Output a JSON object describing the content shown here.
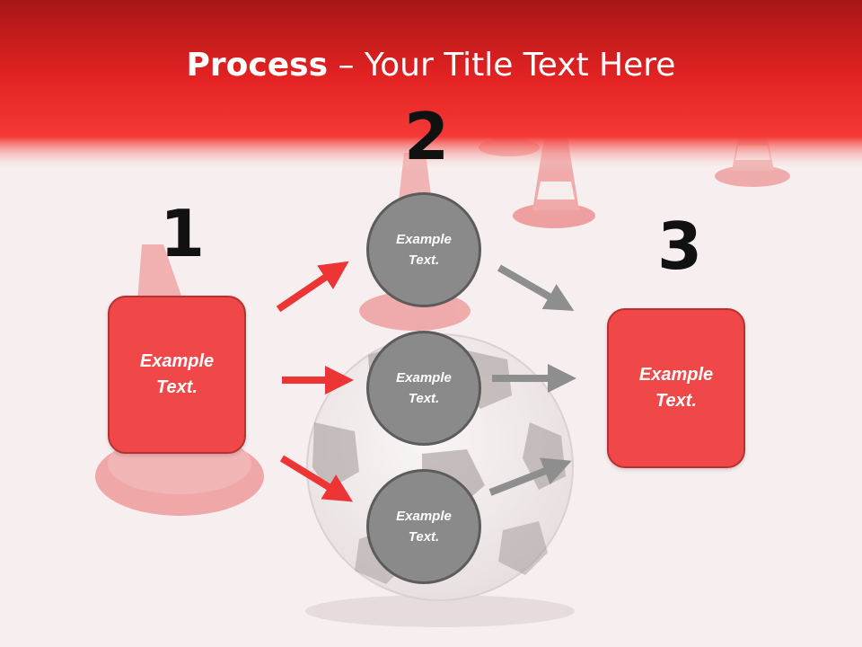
{
  "slide": {
    "title_bold": "Process",
    "title_rest": " – Your Title Text Here"
  },
  "steps": [
    {
      "number": "1",
      "text": "Example\nText."
    },
    {
      "number": "2"
    },
    {
      "number": "3",
      "text": "Example\nText."
    }
  ],
  "circles": [
    {
      "text": "Example\nText."
    },
    {
      "text": "Example\nText."
    },
    {
      "text": "Example\nText."
    }
  ],
  "colors": {
    "header_red": "#e8201f",
    "box_red": "#f04848",
    "circle_gray": "#8a8a8a",
    "arrow_red": "#ee3535",
    "arrow_gray": "#8e8e8e"
  }
}
